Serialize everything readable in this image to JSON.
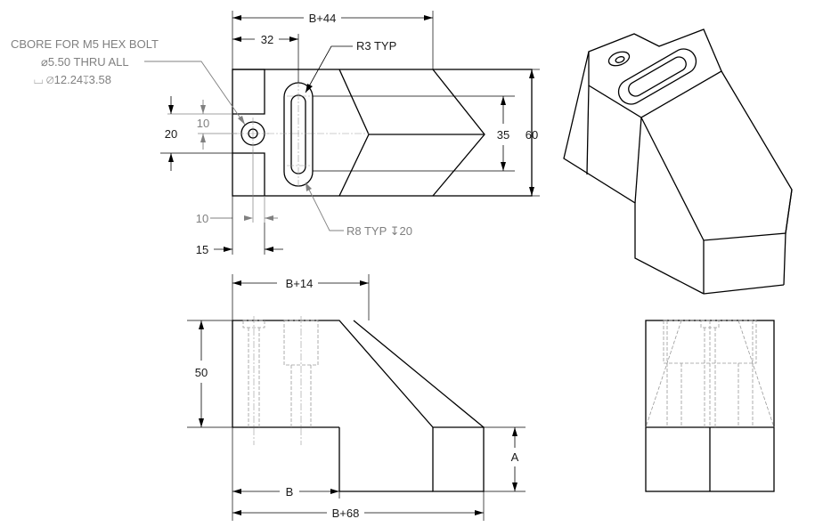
{
  "top_view": {
    "dim_overall_width": "B+44",
    "dim_offset": "32",
    "callout_r3": "R3 TYP",
    "callout_cbore_line1": "CBORE FOR M5 HEX BOLT",
    "callout_cbore_line2": "⌀5.50 THRU ALL",
    "callout_cbore_line3": "⌴ ⌀12.24↧3.58",
    "dim_hole_y": "10",
    "dim_depth": "20",
    "dim_slot_height": "35",
    "dim_overall_height": "60",
    "dim_bottom_10": "10",
    "dim_bottom_15": "15",
    "callout_r8": "R8 TYP ↧20"
  },
  "front_view": {
    "dim_top_width": "B+14",
    "dim_height": "50",
    "dim_a": "A",
    "dim_b": "B",
    "dim_total": "B+68"
  }
}
